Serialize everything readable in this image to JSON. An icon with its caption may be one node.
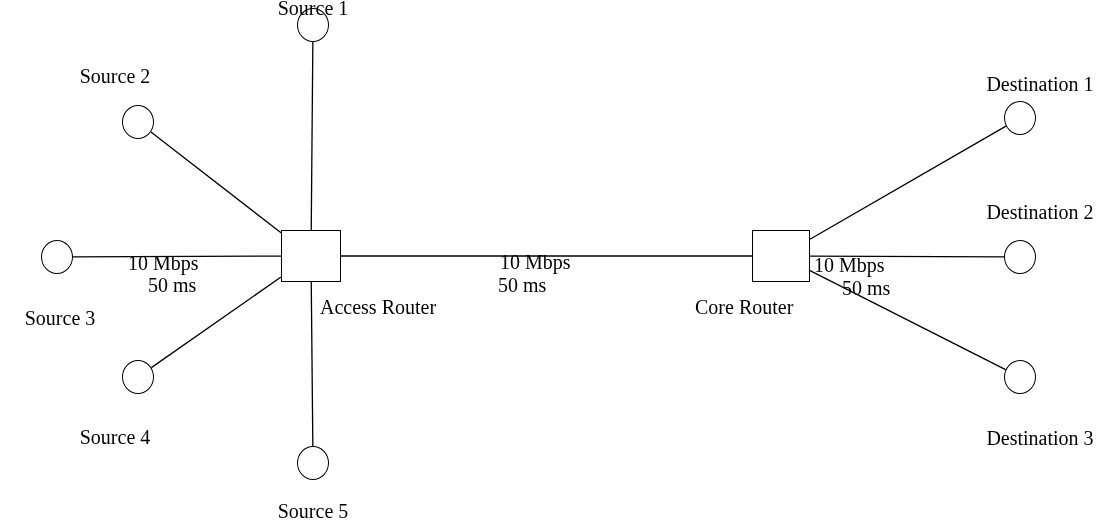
{
  "diagram": {
    "nodes": [
      {
        "text": [
          "Source 1"
        ]
      },
      {
        "text": [
          "Source 2"
        ]
      },
      {
        "text": [
          "Source 3"
        ]
      },
      {
        "text": [
          "Source 4"
        ]
      },
      {
        "text": [
          "Source 5"
        ]
      },
      {
        "text": [
          "Access Router"
        ]
      },
      {
        "text": [
          "Core Router"
        ]
      },
      {
        "text": [
          "Destination 1"
        ]
      },
      {
        "text": [
          "Destination 2"
        ]
      },
      {
        "text": [
          "Destination 3"
        ]
      }
    ],
    "edges": [
      {
        "from": 5,
        "to": 0,
        "arrow": "none"
      },
      {
        "from": 5,
        "to": 1,
        "arrow": "none"
      },
      {
        "from": 5,
        "to": 2,
        "arrow": "none"
      },
      {
        "from": 5,
        "to": 3,
        "arrow": "none"
      },
      {
        "from": 5,
        "to": 4,
        "arrow": "none"
      },
      {
        "from": 5,
        "to": 6,
        "arrow": "none"
      },
      {
        "from": 6,
        "to": 7,
        "arrow": "none"
      },
      {
        "from": 6,
        "to": 8,
        "arrow": "none"
      },
      {
        "from": 6,
        "to": 9,
        "arrow": "none"
      }
    ],
    "labels": [
      "10 Mbps",
      "50 ms",
      "10 Mbps",
      "50 ms",
      "10 Mbps",
      "50 ms"
    ]
  }
}
